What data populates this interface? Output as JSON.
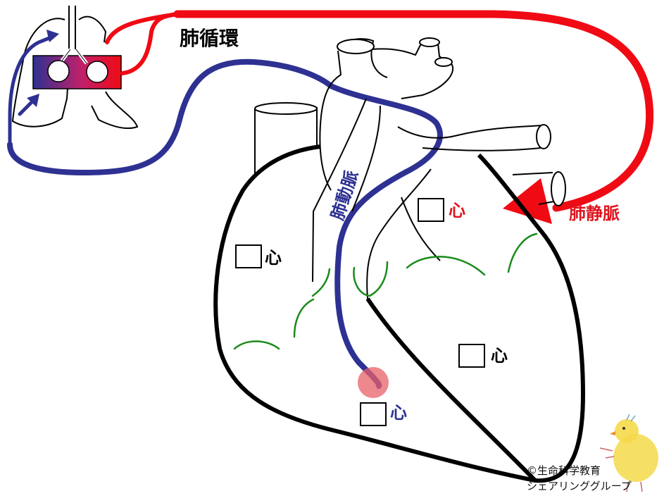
{
  "labels": {
    "pulmonary_circulation": "肺循環",
    "pulmonary_artery": "肺動脈",
    "pulmonary_vein": "肺静脈",
    "heart_suffix": "心"
  },
  "chambers": [
    {
      "id": "right-atrium",
      "answer": "",
      "suffix": "心",
      "color": "#000000"
    },
    {
      "id": "left-atrium",
      "answer": "",
      "suffix": "心",
      "color": "#e0141e"
    },
    {
      "id": "left-ventricle",
      "answer": "",
      "suffix": "心",
      "color": "#000000"
    },
    {
      "id": "right-ventricle",
      "answer": "",
      "suffix": "心",
      "color": "#2e3192"
    }
  ],
  "copyright": {
    "line1": "©生命科学教育",
    "line2": "シェアリンググループ"
  },
  "colors": {
    "arterial": "#f00a14",
    "venous": "#2e3192",
    "outline": "#000000",
    "coronary": "#1a8a1a",
    "highlight": "#e8606a"
  },
  "icons": [
    "lungs-icon",
    "chick-mascot-icon"
  ]
}
